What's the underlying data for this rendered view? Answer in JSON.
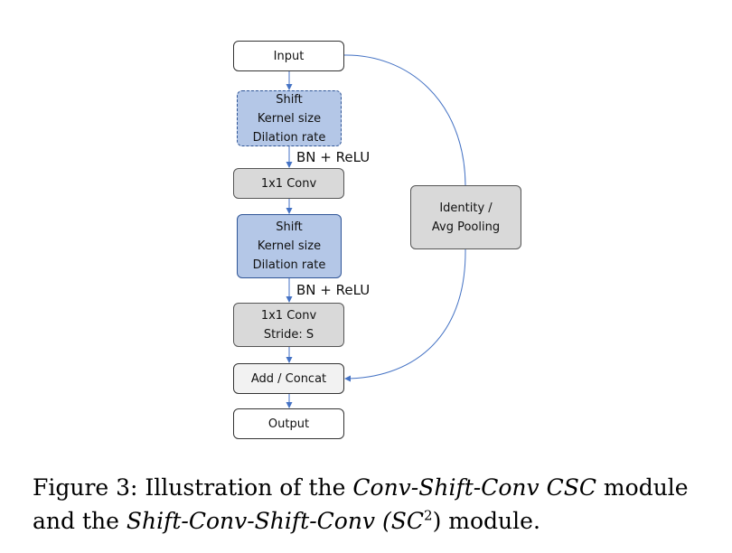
{
  "nodes": {
    "input": "Input",
    "shift1": {
      "line1": "Shift",
      "line2": "Kernel size",
      "line3": "Dilation rate"
    },
    "conv1": "1x1 Conv",
    "shift2": {
      "line1": "Shift",
      "line2": "Kernel size",
      "line3": "Dilation rate"
    },
    "conv2": {
      "line1": "1x1 Conv",
      "line2": "Stride: S"
    },
    "add": "Add / Concat",
    "output": "Output",
    "identity": {
      "line1": "Identity /",
      "line2": "Avg Pooling"
    }
  },
  "edge_labels": {
    "bn_relu_1": "BN + ReLU",
    "bn_relu_2": "BN + ReLU"
  },
  "caption": {
    "prefix": "Figure 3: Illustration of the ",
    "csc_name": "Conv-Shift-Conv",
    "csc_abbr": "CSC",
    "middle": " module",
    "line2_prefix": "and the ",
    "sc2_name": "Shift-Conv-Shift-Conv",
    "sc2_abbr_open": "(SC",
    "sc2_sup": "2",
    "sc2_abbr_close": ")",
    "suffix": " module."
  },
  "colors": {
    "shift_fill": "#b4c7e7",
    "shift_border": "#2f5597",
    "conv_fill": "#d9d9d9",
    "arrow": "#4472c4"
  }
}
